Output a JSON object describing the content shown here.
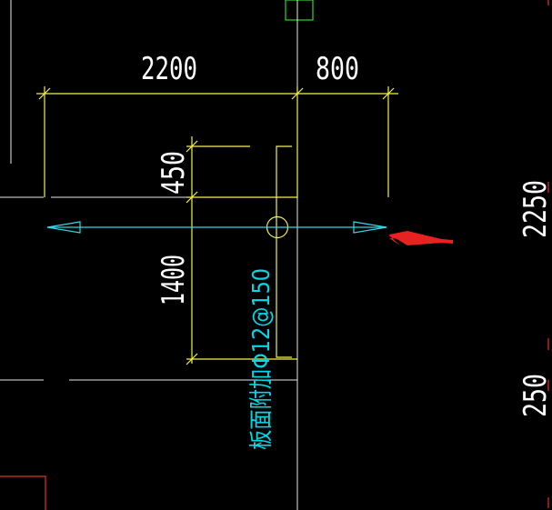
{
  "drawing": {
    "dimensions": {
      "horizontal_left": "2200",
      "horizontal_right": "800",
      "vertical_upper": "450",
      "vertical_lower": "1400",
      "right_upper": "2250",
      "right_lower": "250"
    },
    "rebar_label": "板面附加Φ12@150",
    "colors": {
      "background": "#000000",
      "dimension": "#f2f24a",
      "rebar": "#35d5e8",
      "outline": "#e8e8e8",
      "pointer_arrow": "#e8221e",
      "frame_green": "#2fd52f",
      "frame_red": "#e03030"
    }
  }
}
